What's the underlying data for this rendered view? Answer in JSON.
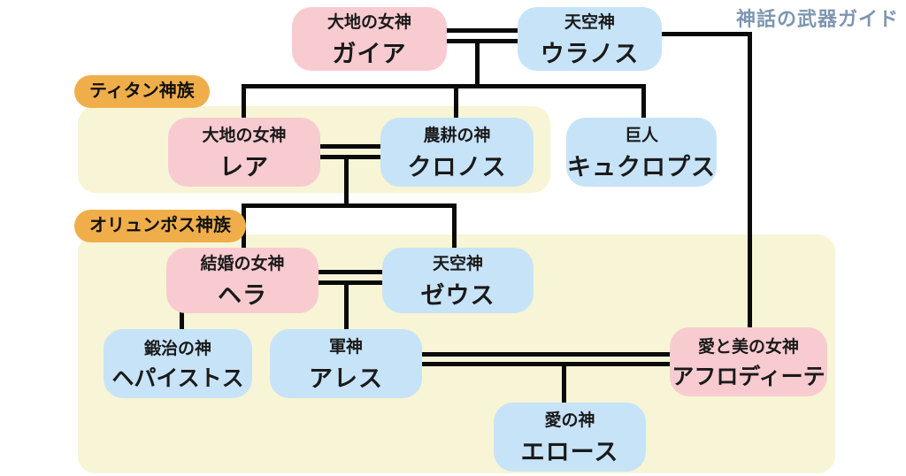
{
  "page_title": "神話の武器ガイド",
  "groups": {
    "titan": {
      "label": "ティタン神族"
    },
    "olympus": {
      "label": "オリュンポス神族"
    }
  },
  "persons": {
    "gaia": {
      "title": "大地の女神",
      "name": "ガイア"
    },
    "uranus": {
      "title": "天空神",
      "name": "ウラノス"
    },
    "rhea": {
      "title": "大地の女神",
      "name": "レア"
    },
    "cronus": {
      "title": "農耕の神",
      "name": "クロノス"
    },
    "cyclops": {
      "title": "巨人",
      "name": "キュクロプス"
    },
    "hera": {
      "title": "結婚の女神",
      "name": "ヘラ"
    },
    "zeus": {
      "title": "天空神",
      "name": "ゼウス"
    },
    "hephaestus": {
      "title": "鍛治の神",
      "name": "ヘパイストス"
    },
    "ares": {
      "title": "軍神",
      "name": "アレス"
    },
    "aphrodite": {
      "title": "愛と美の女神",
      "name": "アフロディーテ"
    },
    "eros": {
      "title": "愛の神",
      "name": "エロース"
    }
  },
  "colors": {
    "pink": "#F8CBD1",
    "blue": "#C7E3F8",
    "area_yellow": "#F7F5D5",
    "badge_orange": "#F0AE4B",
    "line_black": "#0A0A0A",
    "title_blue_gray": "#7E96B2",
    "text": "#1A1A1A"
  },
  "relationships": {
    "marriages": [
      "ガイア=ウラノス",
      "レア=クロノス",
      "ヘラ=ゼウス",
      "アレス=アフロディーテ"
    ],
    "parent_child": [
      "ガイア+ウラノス→レア・クロノス・キュクロプス",
      "ウラノス→アフロディーテ",
      "レア+クロノス→ヘラ・ゼウス",
      "ヘラ→ヘパイストス",
      "ヘラ+ゼウス→アレス",
      "アレス+アフロディーテ→エロース"
    ]
  }
}
